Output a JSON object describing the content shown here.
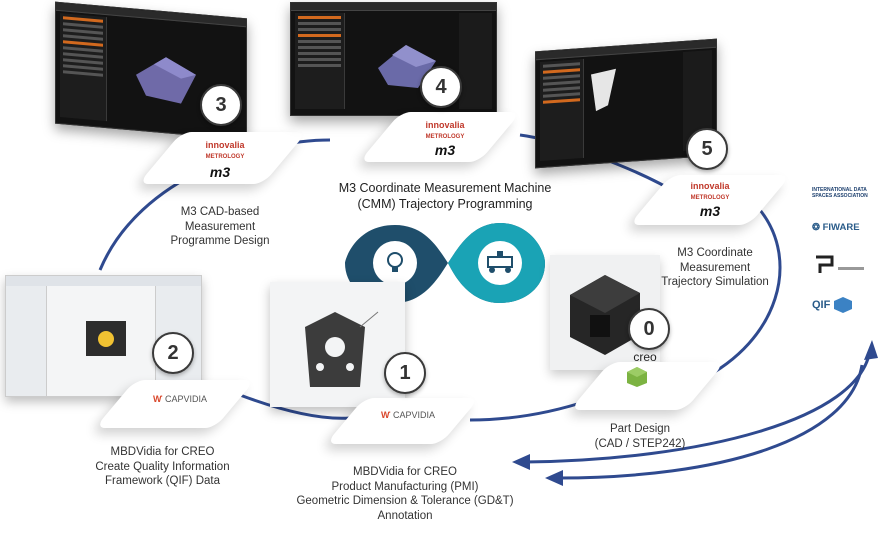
{
  "center_title": "M3 Coordinate Measurement Machine\n(CMM) Trajectory Programming",
  "steps": [
    {
      "number": "0",
      "brand": "creo",
      "caption": "Part Design\n(CAD / STEP242)"
    },
    {
      "number": "1",
      "brand": "CAPVIDIA",
      "caption": "MBDVidia for CREO\nProduct Manufacturing (PMI)\nGeometric Dimension & Tolerance (GD&T)\nAnnotation"
    },
    {
      "number": "2",
      "brand": "CAPVIDIA",
      "caption": "MBDVidia for CREO\nCreate Quality Information\nFramework (QIF) Data"
    },
    {
      "number": "3",
      "brand": "innovalia",
      "brand_sub": "METROLOGY",
      "caption": "M3 CAD-based\nMeasurement\nProgramme Design"
    },
    {
      "number": "4",
      "brand": "innovalia",
      "brand_sub": "METROLOGY",
      "caption": ""
    },
    {
      "number": "5",
      "brand": "innovalia",
      "brand_sub": "METROLOGY",
      "caption": "M3 Coordinate\nMeasurement\nTrajectory Simulation"
    }
  ],
  "m3_logo": "m3",
  "partners": [
    "INTERNATIONAL DATA SPACES ASSOCIATION",
    "FIWARE",
    "",
    "QIF"
  ],
  "colors": {
    "cycle_arrow": "#2f4a8f",
    "infinity_dark": "#1f4e6b",
    "infinity_teal": "#1aa3b5",
    "capvidia_red": "#d9472b",
    "innovalia_red": "#c0392b"
  }
}
